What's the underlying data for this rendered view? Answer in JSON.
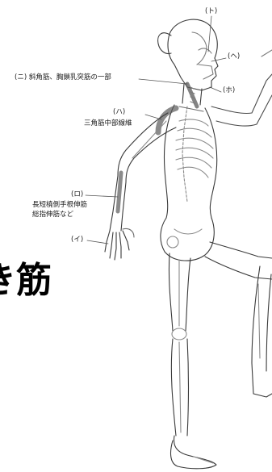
{
  "labels": {
    "to": "(ト)",
    "he": "(ヘ)",
    "ho": "(ホ)",
    "ni": "(ニ) 斜角筋、胸鎖乳突筋の一部",
    "ha_mark": "(ハ)",
    "ha_text": "三角筋中部線維",
    "ro_mark": "(ロ)",
    "ro_text_1": "長短橈側手根伸筋",
    "ro_text_2": "総指伸筋など",
    "i": "(イ)"
  },
  "heading_fragment": "き筋",
  "colors": {
    "line": "#3a3a3a",
    "highlight": "#5a5a5a",
    "bone": "#8a8a8a"
  }
}
